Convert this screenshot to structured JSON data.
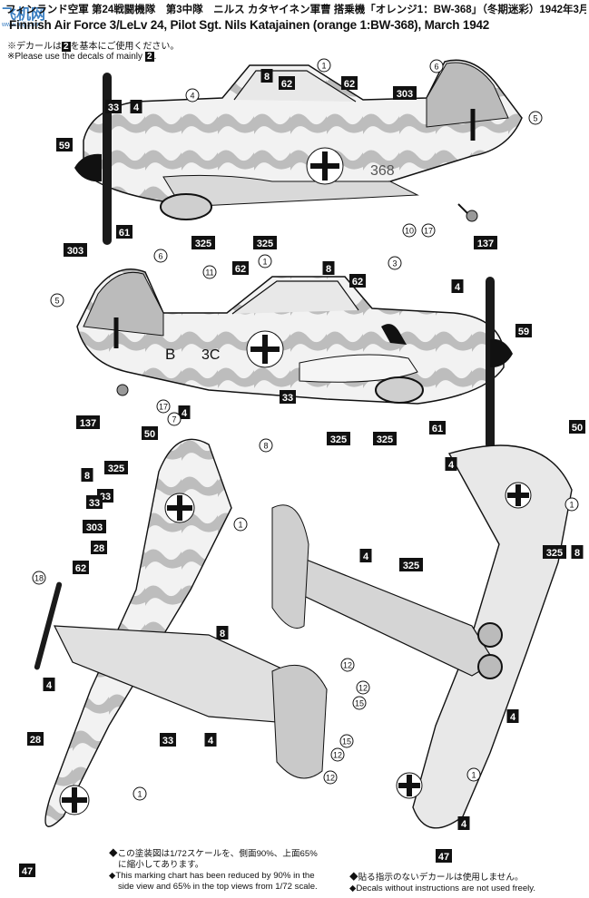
{
  "header": {
    "title_jp": "フィンランド空軍 第24戦闘機隊　第3中隊　ニルス カタヤイネン軍曹 搭乗機「オレンジ1：BW-368」（冬期迷彩）1942年3月",
    "title_en": "Finnish Air Force 3/LeLv 24, Pilot Sgt. Nils Katajainen (orange 1:BW-368), March 1942",
    "note_jp": "※デカールは",
    "note_jp_tail": "を基本にご使用ください。",
    "note_en": "※Please use the decals of mainly",
    "note_en_tail": ".",
    "decal_set": "2"
  },
  "watermark": {
    "text": "飞机网",
    "sub": "www.feiji.com"
  },
  "aircraft_marks": {
    "code_side1": "368",
    "code_side2_letter": "B",
    "code_side2": "3C"
  },
  "callouts": {
    "boxed": [
      "8",
      "33",
      "62",
      "62",
      "303",
      "4",
      "325",
      "325",
      "137",
      "61",
      "303",
      "62",
      "8",
      "62",
      "4",
      "33",
      "137",
      "4",
      "33",
      "325",
      "325",
      "61",
      "50",
      "8",
      "325",
      "33",
      "303",
      "28",
      "62",
      "4",
      "28",
      "33",
      "4",
      "8",
      "47",
      "50",
      "4",
      "325",
      "8",
      "4",
      "4",
      "47",
      "4",
      "4",
      "325",
      "59",
      "59"
    ],
    "circled": [
      "1",
      "6",
      "4",
      "10",
      "17",
      "5",
      "6",
      "11",
      "1",
      "3",
      "17",
      "7",
      "8",
      "1",
      "1",
      "18",
      "12",
      "12",
      "15",
      "15",
      "12",
      "12",
      "1",
      "1",
      "5"
    ]
  },
  "footer": {
    "jp_left_1": "◆この塗装図は1/72スケールを、側面90%、上面65%",
    "jp_left_2": "に縮小してあります。",
    "en_left_1": "◆This marking chart has been reduced by 90% in the",
    "en_left_2": "side view and 65% in the top views from 1/72 scale.",
    "jp_right": "◆貼る指示のないデカールは使用しません。",
    "en_right": "◆Decals without instructions are not used freely."
  }
}
